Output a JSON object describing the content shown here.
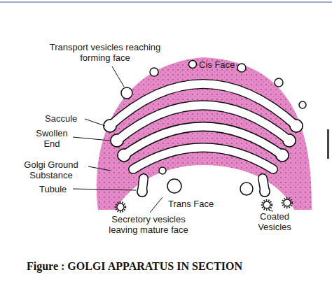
{
  "diagram": {
    "caption": "Figure : GOLGI APPARATUS IN SECTION",
    "labels": [
      "Transport vesicles reaching forming face",
      "Cis Face",
      "Saccule",
      "Swollen End",
      "Golgi Ground Substance",
      "Tubule",
      "Trans Face",
      "Secretory vesicles leaving mature face",
      "Coated Vesicles"
    ]
  }
}
